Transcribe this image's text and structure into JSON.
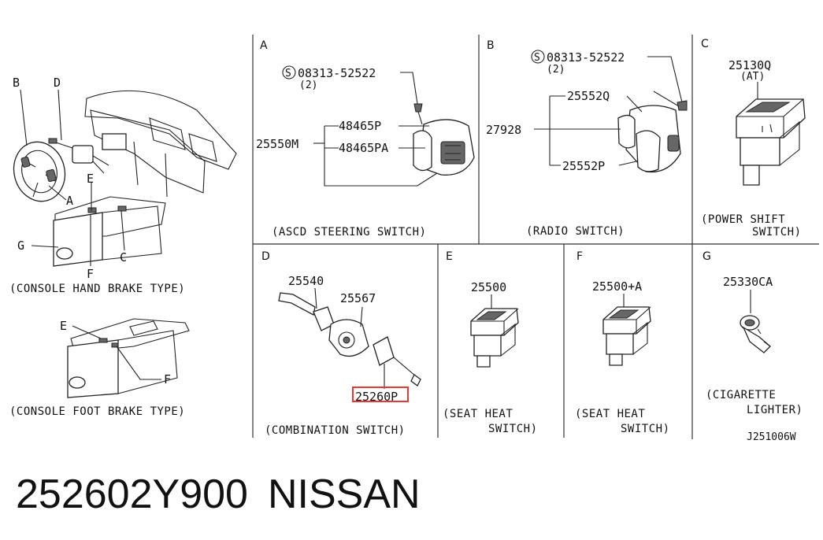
{
  "left_panel": {
    "top_labels": {
      "B": "B",
      "D": "D",
      "E": "E",
      "A": "A",
      "G": "G",
      "F": "F",
      "C": "C"
    },
    "top_caption": "(CONSOLE HAND BRAKE TYPE)",
    "bottom_labels": {
      "E": "E",
      "F": "F"
    },
    "bottom_caption": "(CONSOLE FOOT BRAKE TYPE)"
  },
  "sections": {
    "A": {
      "letter": "A",
      "screw_code": "08313-52522",
      "screw_qty": "(2)",
      "part_main": "25550M",
      "part_1": "48465P",
      "part_2": "48465PA",
      "caption": "(ASCD STEERING SWITCH)"
    },
    "B": {
      "letter": "B",
      "screw_code": "08313-52522",
      "screw_qty": "(2)",
      "part_main": "27928",
      "part_1": "25552Q",
      "part_2": "25552P",
      "caption": "(RADIO SWITCH)"
    },
    "C": {
      "letter": "C",
      "part": "25130Q",
      "sub": "(AT)",
      "caption_1": "(POWER SHIFT",
      "caption_2": "SWITCH)"
    },
    "D": {
      "letter": "D",
      "part_1": "25540",
      "part_2": "25567",
      "part_3": "25260P",
      "caption": "(COMBINATION SWITCH)"
    },
    "E": {
      "letter": "E",
      "part": "25500",
      "caption_1": "(SEAT HEAT",
      "caption_2": "SWITCH)"
    },
    "F": {
      "letter": "F",
      "part": "25500+A",
      "caption_1": "(SEAT HEAT",
      "caption_2": "SWITCH)"
    },
    "G": {
      "letter": "G",
      "part": "25330CA",
      "caption_1": "(CIGARETTE",
      "caption_2": "LIGHTER)"
    }
  },
  "diagram_code": "J251006W",
  "highlight_color": "#e53935",
  "footer": {
    "part_number": "252602Y900",
    "brand": "NISSAN"
  }
}
